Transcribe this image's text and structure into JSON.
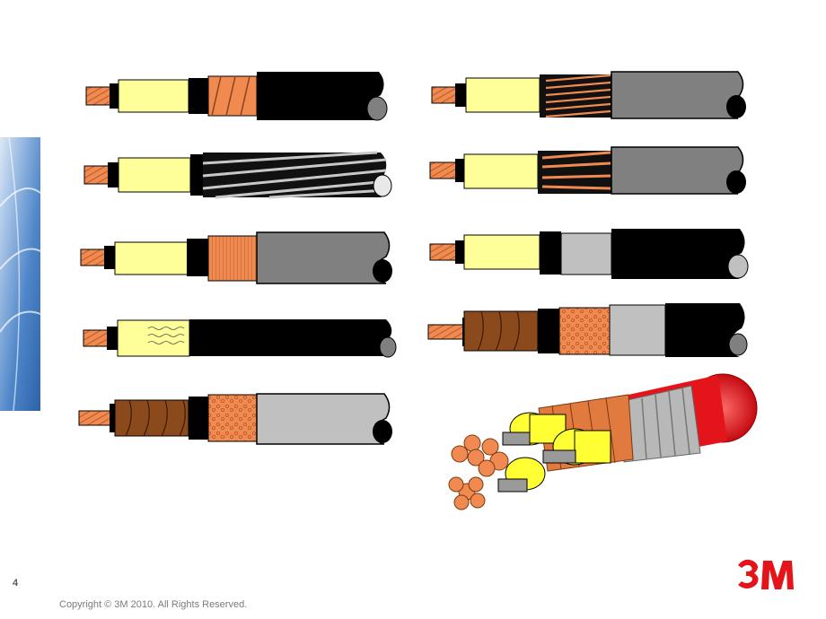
{
  "slide": {
    "page_number": "4",
    "copyright": "Copyright © 3M 2010.  All Rights Reserved.",
    "logo_text": "3M"
  },
  "colors": {
    "copper": "#f08a50",
    "insulation_yellow": "#ffff99",
    "jacket_black": "#000000",
    "jacket_gray": "#808080",
    "jacket_light_gray": "#c0c0c0",
    "brown": "#8b4a1c",
    "brand_red": "#e4141b",
    "bg_globe_blue": "#4f86c9"
  },
  "cable_illustrations": [
    "cable-tape-shield-black-jacket",
    "cable-wire-armor",
    "cable-corrugated-shield-gray-jacket",
    "cable-wavy-insulation-black-jacket",
    "cable-brown-semicon-dotted-tape-lightgray-jacket",
    "cable-helical-wire-gray-jacket",
    "cable-copper-wires-gray-jacket",
    "cable-lightgray-jacket-black-outer",
    "cable-brown-dotted-lightgray-black",
    "cable-three-core-cutaway"
  ]
}
